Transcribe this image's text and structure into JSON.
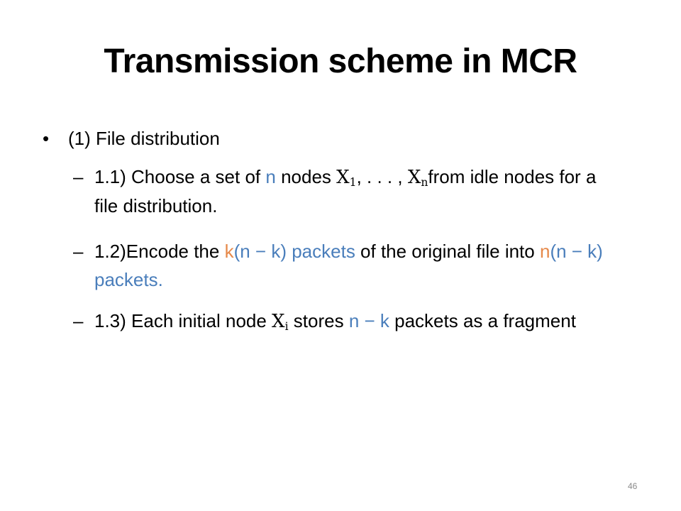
{
  "title": "Transmission scheme in MCR",
  "bullet": {
    "mark": "•",
    "text": "(1) File distribution"
  },
  "dash": "–",
  "item1": {
    "p1": "1.1) Choose a set of ",
    "n": "n",
    "p2": " nodes ",
    "x": "X",
    "sub1": "1",
    "p3": ", . . . , ",
    "x2": "X",
    "sub2": "n",
    "p4": "from idle nodes for a file distribution."
  },
  "item2": {
    "p1": "1.2)Encode the ",
    "k": "k",
    "hl1": "(n − k) packets",
    "p2": " of the original file into ",
    "n": "n",
    "hl2": "(n − k) packets."
  },
  "item3": {
    "p1": "1.3) Each initial node ",
    "x": "X",
    "sub": "i",
    "p2": " stores ",
    "hl": "n − k",
    "p3": " packets as a fragment"
  },
  "page_number": "46",
  "colors": {
    "highlight_blue": "#4a7ebb",
    "highlight_orange": "#e6894a",
    "text": "#000000",
    "page_number": "#8a8a8a"
  }
}
